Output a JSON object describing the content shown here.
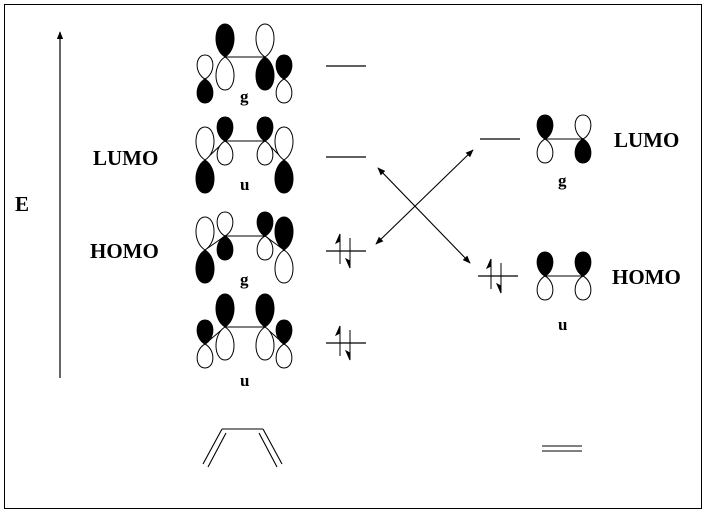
{
  "axis_label": "E",
  "labels": {
    "diene_lumo": "LUMO",
    "diene_homo": "HOMO",
    "alkene_lumo": "LUMO",
    "alkene_homo": "HOMO"
  },
  "diene_orbitals": [
    {
      "symmetry": "g",
      "electrons": 0
    },
    {
      "symmetry": "u",
      "electrons": 0
    },
    {
      "symmetry": "g",
      "electrons": 2
    },
    {
      "symmetry": "u",
      "electrons": 2
    }
  ],
  "alkene_orbitals": [
    {
      "symmetry": "g",
      "electrons": 0
    },
    {
      "symmetry": "u",
      "electrons": 2
    }
  ],
  "colors": {
    "ink": "#000000",
    "paper": "#ffffff"
  }
}
